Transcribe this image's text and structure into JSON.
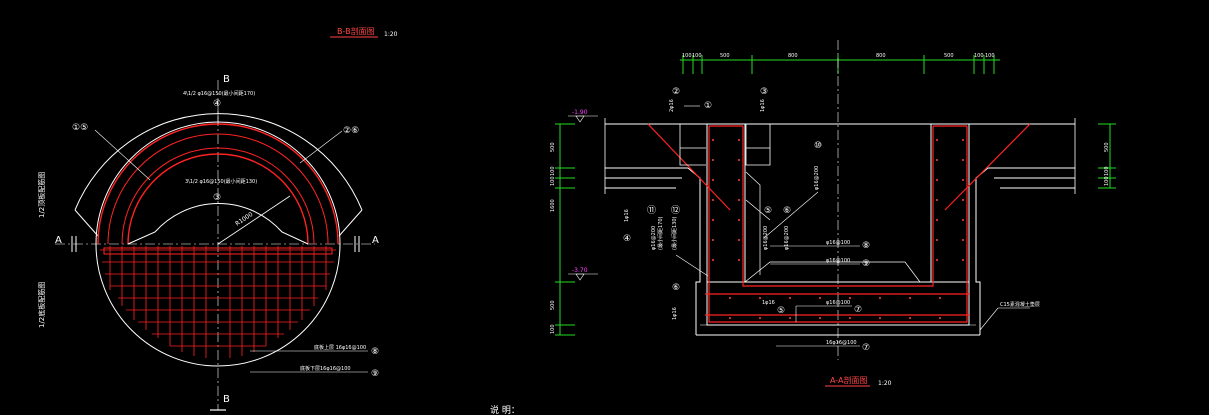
{
  "titles": {
    "bb_title": "B-B剖面图",
    "bb_scale": "1:20",
    "aa_title": "A-A剖面图",
    "aa_scale": "1:20",
    "bottom_text": "说 明："
  },
  "section_marks": {
    "b_top": "B",
    "b_bottom": "B",
    "a_left": "A",
    "a_right": "A"
  },
  "bb_labels": {
    "top_ring_label": "4\\1/2 φ16@150(最小间距170)",
    "num_4": "④",
    "left_pair": "①⑤",
    "right_pair": "②⑥",
    "inner_ring_label": "3\\1/2 φ16@150(最小间距130)",
    "num_3": "③",
    "radius": "R1000",
    "side_top": "1/2顶板配筋图",
    "side_bottom": "1/2底板配筋图",
    "bottom_label_1": "底板上层 16φ16@100",
    "num_8": "⑧",
    "bottom_label_2": "底板下层16φ16@100",
    "num_9": "⑨"
  },
  "aa_labels": {
    "top_dims": [
      "100",
      "100",
      "500",
      "800",
      "800",
      "500",
      "100",
      "100"
    ],
    "elev_top": "-1.90",
    "elev_mid": "-3.70",
    "left_dims": [
      "500",
      "100",
      "100",
      "1600",
      "500",
      "100"
    ],
    "right_dims": [
      "500",
      "100",
      "100"
    ],
    "circle_1": "①",
    "circle_2": "②",
    "circle_3": "③",
    "circle_10": "⑩",
    "circle_11": "⑪",
    "circle_12": "⑫",
    "circle_4": "④",
    "circle_5": "⑤",
    "circle_6": "⑥",
    "circle_7": "⑦",
    "circle_8": "⑧",
    "circle_9": "⑨",
    "lbl_2x6": "2φ16",
    "lbl_1x6": "1φ16",
    "lbl_center": "φ16@200",
    "lbl_wall": "φ16@200",
    "lbl_w2": "(最小间距170)",
    "lbl_w3": "(最小间距130)",
    "lbl_r8": "φ16@200",
    "lbl_r8b": "φ16@200",
    "lbl_b7": "φ16@100",
    "lbl_b7b": "16φ16@100",
    "lbl_cushion": "C15素混凝土垫层",
    "lbl_haunch": "1φ16",
    "lbl_6": "φ16@100"
  }
}
